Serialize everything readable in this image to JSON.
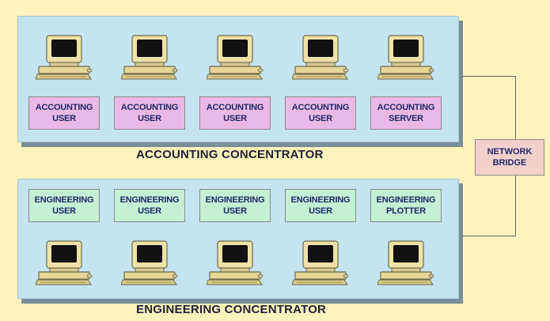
{
  "accounting": {
    "title": "ACCOUNTING CONCENTRATOR",
    "nodes": [
      {
        "label": "ACCOUNTING\nUSER"
      },
      {
        "label": "ACCOUNTING\nUSER"
      },
      {
        "label": "ACCOUNTING\nUSER"
      },
      {
        "label": "ACCOUNTING\nUSER"
      },
      {
        "label": "ACCOUNTING\nSERVER"
      }
    ]
  },
  "engineering": {
    "title": "ENGINEERING CONCENTRATOR",
    "nodes": [
      {
        "label": "ENGINEERING\nUSER"
      },
      {
        "label": "ENGINEERING\nUSER"
      },
      {
        "label": "ENGINEERING\nUSER"
      },
      {
        "label": "ENGINEERING\nUSER"
      },
      {
        "label": "ENGINEERING\nPLOTTER"
      }
    ]
  },
  "bridge": {
    "label": "NETWORK\nBRIDGE"
  },
  "colors": {
    "panel": "#c6e3f0",
    "accounting_label": "#e9b9e5",
    "engineering_label": "#c4f0d4",
    "bridge": "#f4d0cc",
    "background": "#fcf3bd"
  }
}
